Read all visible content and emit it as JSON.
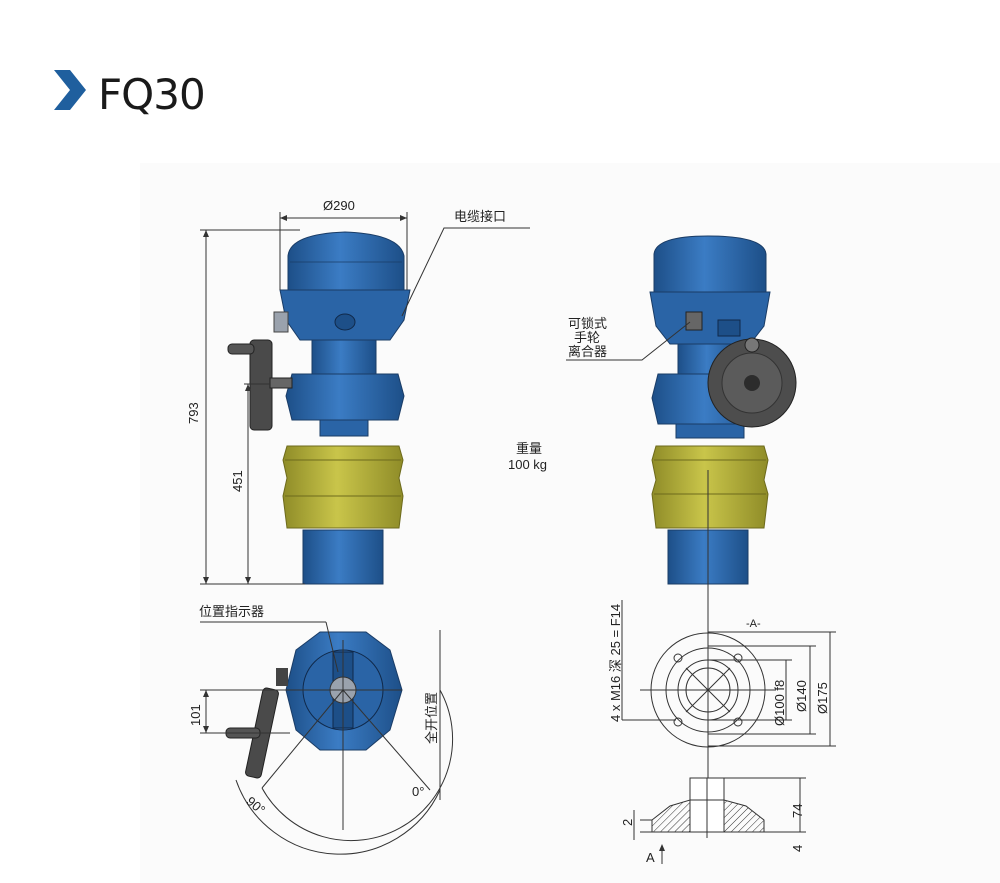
{
  "header": {
    "title": "FQ30",
    "accent_color": "#1f5f9e"
  },
  "colors": {
    "body_blue": "#2e6bb0",
    "body_blue_dark": "#1d4f88",
    "gearbox_yellow": "#b7b33c",
    "gearbox_shade": "#8f8c28",
    "handwheel": "#4a4a4a",
    "line": "#333333"
  },
  "labels": {
    "cable_entry": "电缆接口",
    "lockable_clutch_line1": "可锁式",
    "lockable_clutch_line2": "手轮",
    "lockable_clutch_line3": "离合器",
    "position_indicator": "位置指示器",
    "full_open_position": "全开位置",
    "weight_label": "重量",
    "weight_value": "100 kg",
    "view_a_mark": "-A-",
    "view_a_arrow": "A",
    "flange_bolts": "4 x M16 深 25 = F14"
  },
  "dimensions": {
    "diameter_top": "Ø290",
    "height_total": "793",
    "height_lower": "451",
    "offset_101": "101",
    "angle_90": "90°",
    "angle_0": "0°",
    "d100": "Ø100 f8",
    "d140": "Ø140",
    "d175": "Ø175",
    "h74": "74",
    "h2": "2",
    "h4": "4"
  }
}
